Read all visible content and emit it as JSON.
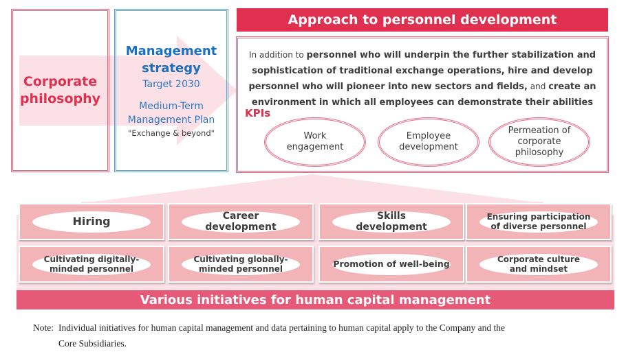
{
  "colors": {
    "accent_red": "#e0304f",
    "accent_blue": "#1a6fc0",
    "initiative_bg": "#f3b4b8",
    "band_bg": "#fbe0e6",
    "bottom_header_bg": "#e65a77"
  },
  "corporate_philosophy": {
    "label": "Corporate philosophy"
  },
  "management_strategy": {
    "title": "Management strategy",
    "target": "Target 2030",
    "plan": "Medium-Term Management Plan",
    "plan_name": "\"Exchange & beyond\""
  },
  "approach": {
    "header": "Approach to personnel development",
    "text_prefix": "In addition to ",
    "text_bold_1": "personnel who will underpin the further stabilization and sophistication of traditional exchange operations, hire and develop personnel who will pioneer into new sectors and fields,",
    "text_mid": " and ",
    "text_bold_2": "create an environment in which all employees can demonstrate their abilities",
    "kpi_label": "KPIs",
    "kpis": [
      {
        "label": "Work engagement"
      },
      {
        "label": "Employee development"
      },
      {
        "label": "Permeation of corporate philosophy"
      }
    ]
  },
  "initiatives": {
    "items": [
      {
        "label": "Hiring"
      },
      {
        "label": "Career development"
      },
      {
        "label": "Skills development"
      },
      {
        "label": "Ensuring participation of diverse personnel"
      },
      {
        "label": "Cultivating digitally-minded personnel"
      },
      {
        "label": "Cultivating globally-minded personnel"
      },
      {
        "label": "Promotion of well-being"
      },
      {
        "label": "Corporate culture and mindset"
      }
    ],
    "header": "Various initiatives for human capital management"
  },
  "note": {
    "label": "Note:",
    "line1": "Individual initiatives for human capital management and data pertaining to human capital apply to the Company and the",
    "line2": "Core Subsidiaries."
  }
}
